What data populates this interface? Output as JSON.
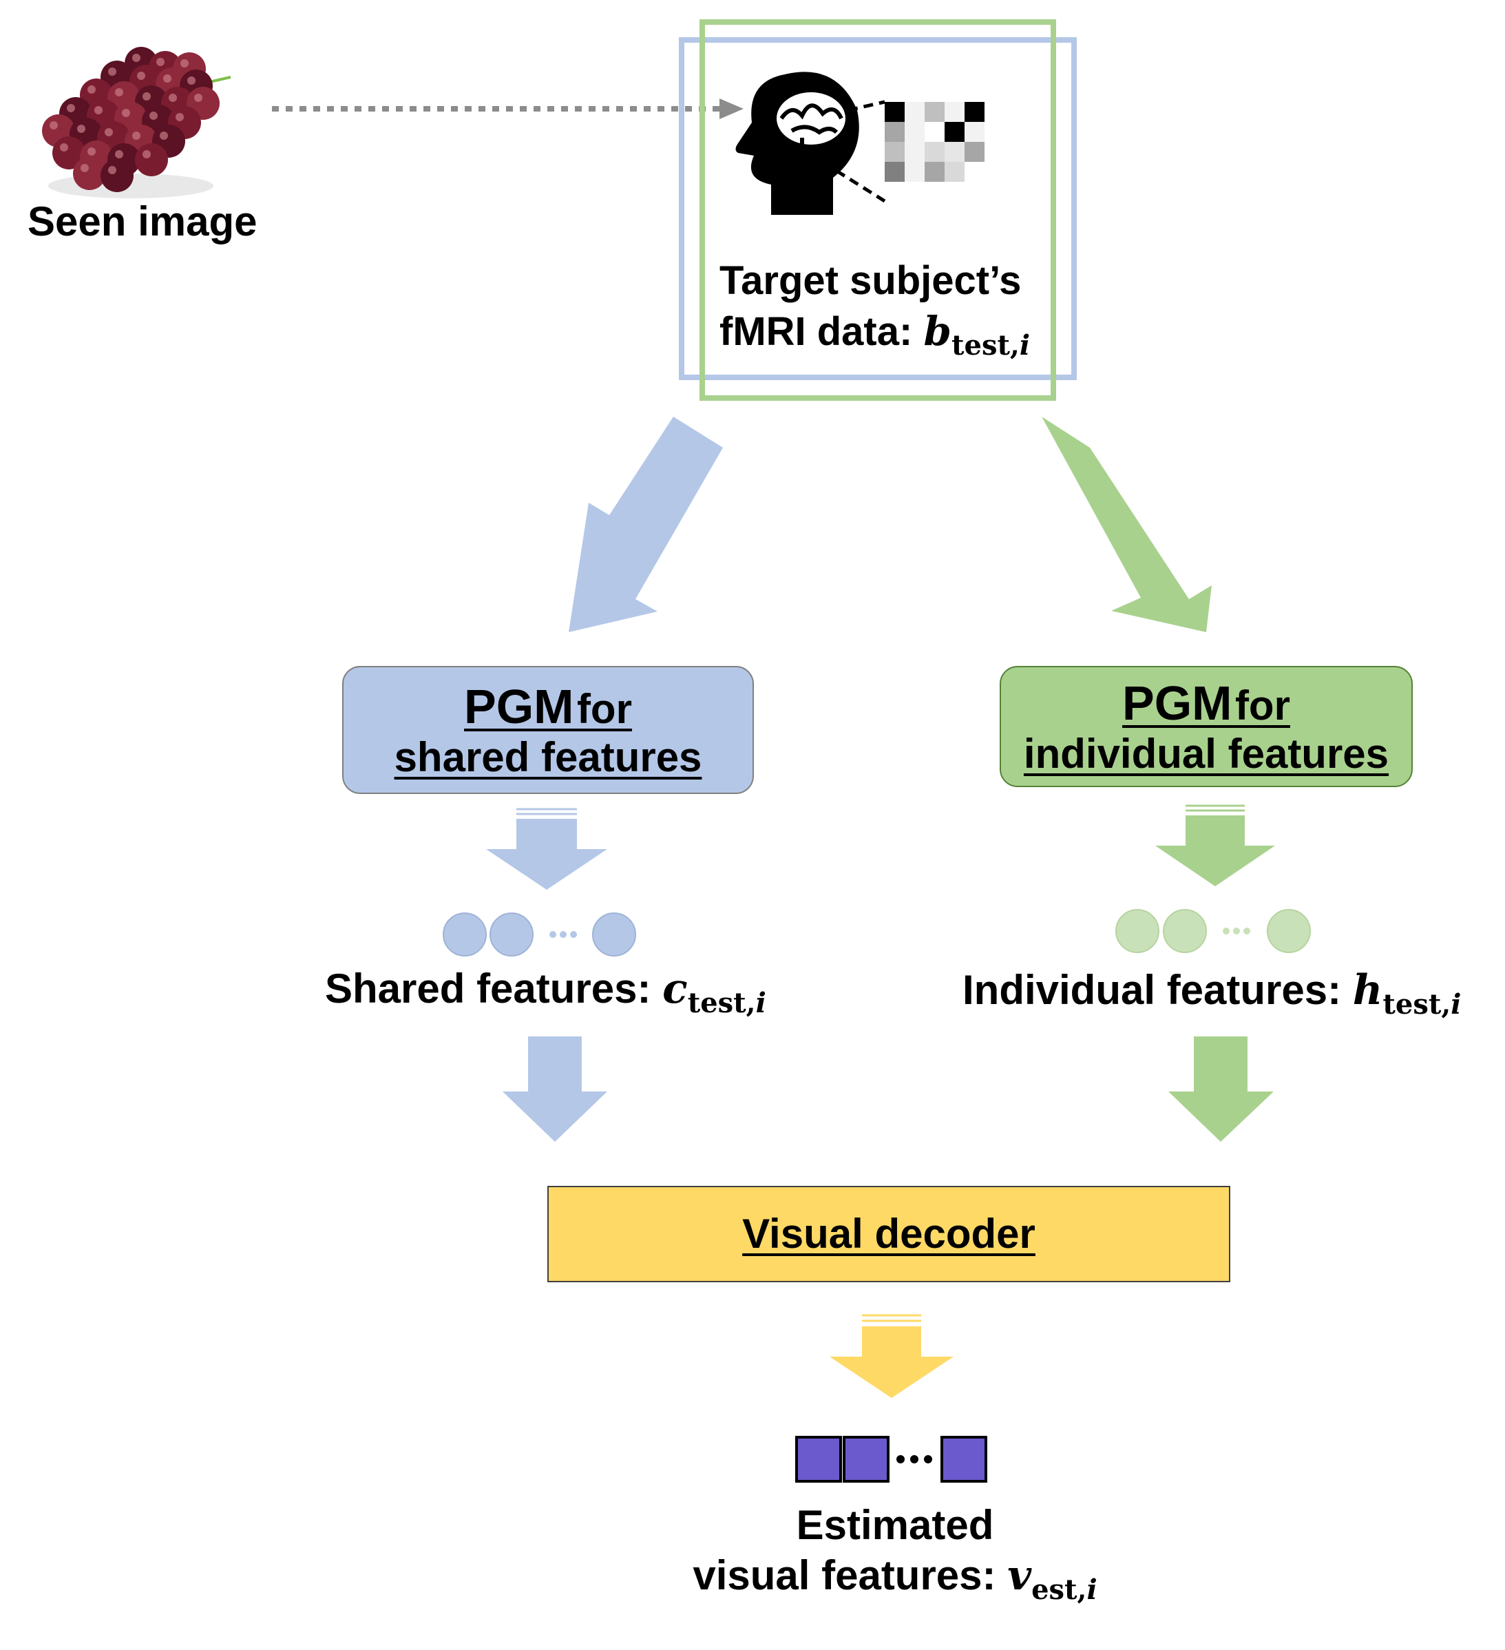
{
  "seen_image": {
    "label": "Seen image"
  },
  "fmri": {
    "line1": "Target subject’s",
    "line2_prefix": "fMRI data:",
    "var": "b",
    "sub": "test",
    "sub_index": "i"
  },
  "pgm_shared": {
    "pgm": "PGM",
    "for": "for",
    "line2": "shared features"
  },
  "pgm_individual": {
    "pgm": "PGM",
    "for": "for",
    "line2": "individual features"
  },
  "shared_features": {
    "prefix": "Shared features:",
    "var": "c",
    "sub": "test",
    "sub_index": "i"
  },
  "individual_features": {
    "prefix": "Individual features:",
    "var": "h",
    "sub": "test",
    "sub_index": "i"
  },
  "decoder": {
    "label": "Visual decoder"
  },
  "estimated": {
    "line1": "Estimated",
    "line2_prefix": "visual features:",
    "var": "v",
    "sub": "est",
    "sub_index": "i"
  },
  "colors": {
    "blue": "#b4c7e7",
    "green": "#a9d18e",
    "yellow": "#ffd966",
    "purple": "#6a5acd"
  }
}
